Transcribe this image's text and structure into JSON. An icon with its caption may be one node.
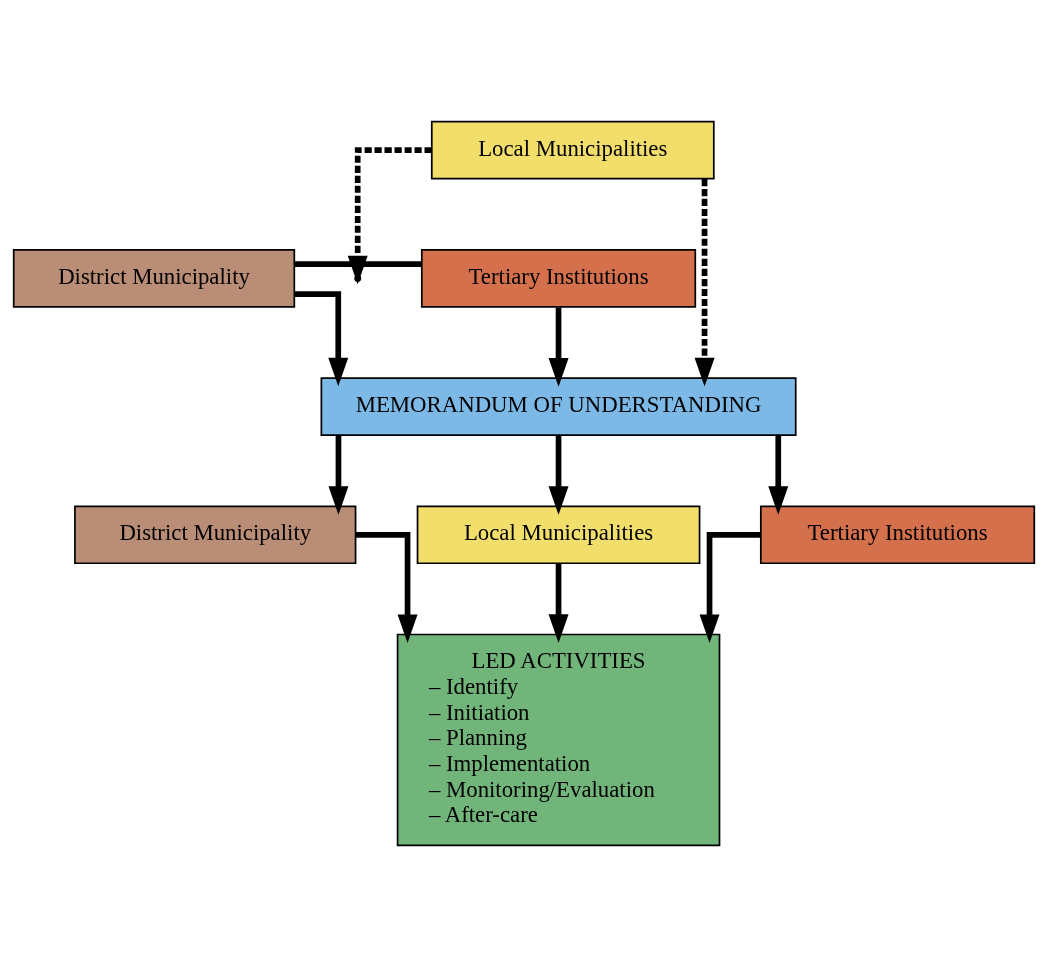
{
  "diagram": {
    "nodes": [
      {
        "text": [
          "District Municipality"
        ]
      },
      {
        "text": [
          "Tertiary Institutions"
        ]
      },
      {
        "text": [
          "Local Municipalities"
        ]
      },
      {
        "text": [
          "MEMORANDUM OF UNDERSTANDING"
        ]
      },
      {
        "text": [
          "District Municipality"
        ]
      },
      {
        "text": [
          "Local Municipalities"
        ]
      },
      {
        "text": [
          "Tertiary Institutions"
        ]
      },
      {
        "text": [
          "LED ACTIVITIES",
          "– Identify",
          "– Initiation",
          "– Planning",
          "– Implementation",
          "– Monitoring/Evaluation",
          "– After-care"
        ]
      }
    ],
    "edges": [
      {
        "from": 0,
        "to": 1,
        "arrow": "none"
      },
      {
        "from": 2,
        "to": null,
        "arrow": "to",
        "style": "dashed"
      },
      {
        "from": 2,
        "to": 3,
        "arrow": "to",
        "style": "dashed"
      },
      {
        "from": 0,
        "to": 3,
        "arrow": "to"
      },
      {
        "from": 1,
        "to": 3,
        "arrow": "to"
      },
      {
        "from": 3,
        "to": 4,
        "arrow": "to"
      },
      {
        "from": 3,
        "to": 5,
        "arrow": "to"
      },
      {
        "from": 3,
        "to": 6,
        "arrow": "to"
      },
      {
        "from": 4,
        "to": 7,
        "arrow": "to"
      },
      {
        "from": 5,
        "to": 7,
        "arrow": "to"
      },
      {
        "from": 6,
        "to": 7,
        "arrow": "to"
      }
    ]
  }
}
